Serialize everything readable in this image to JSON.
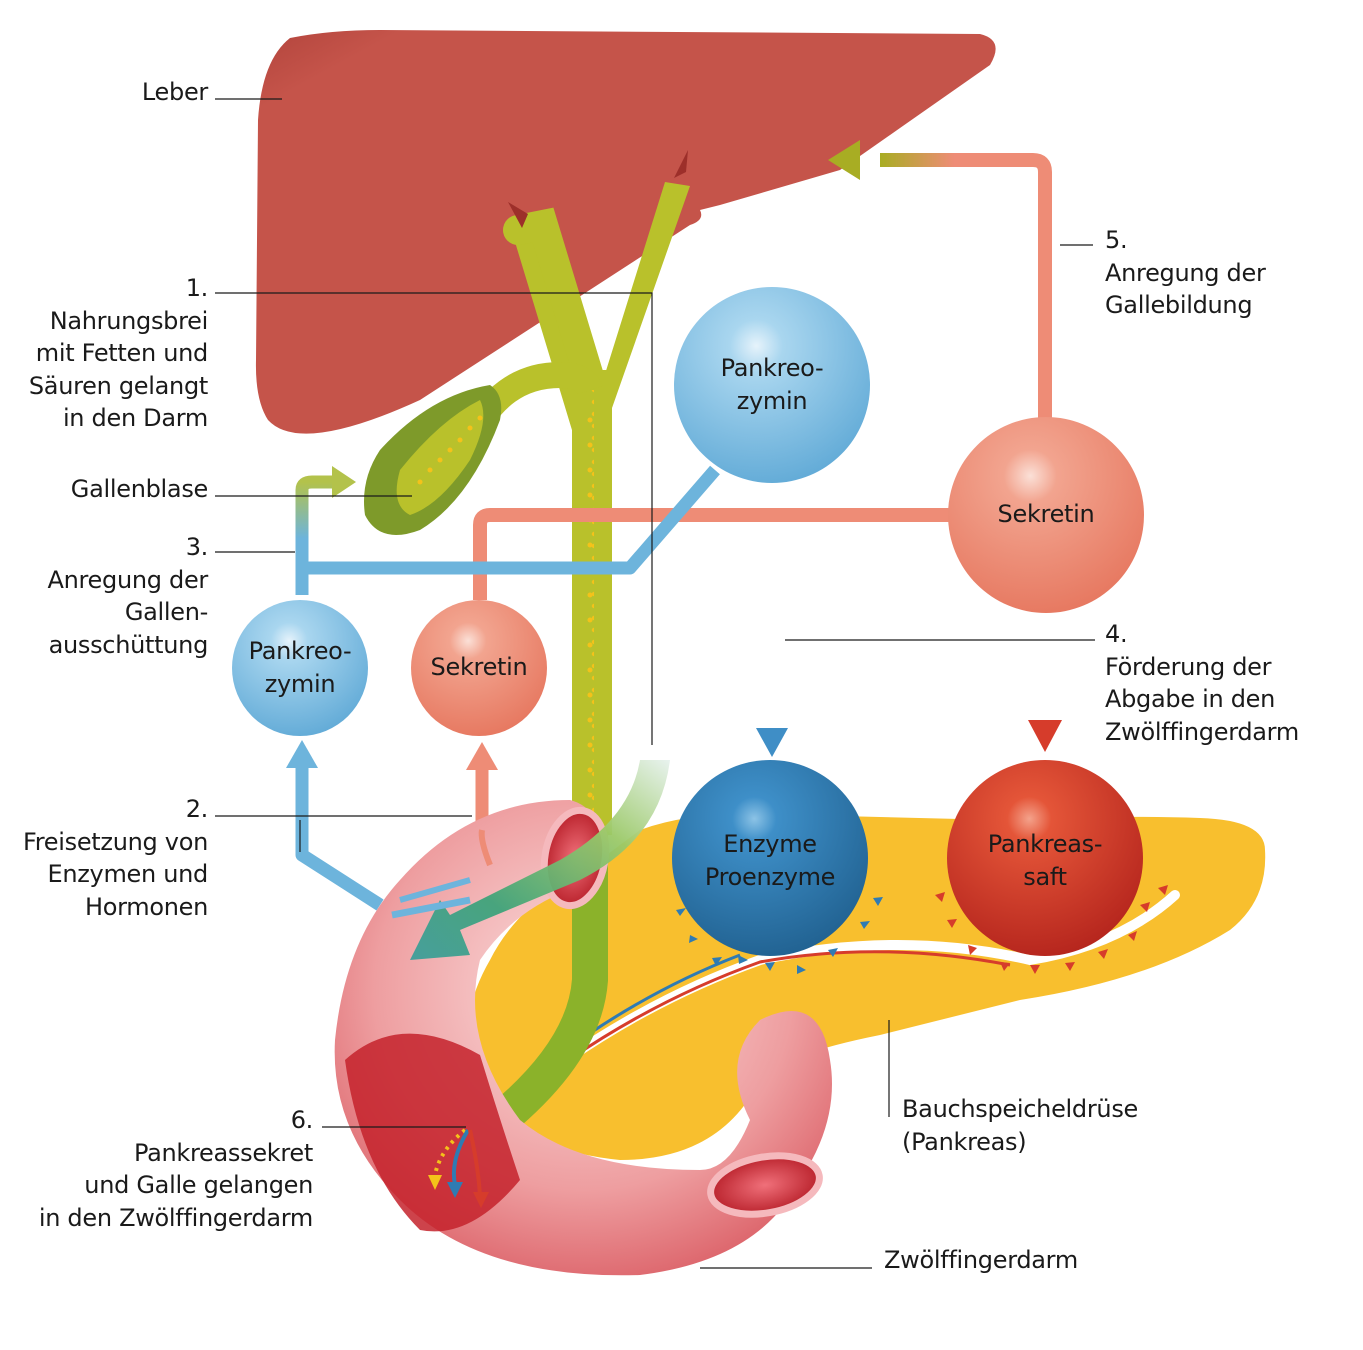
{
  "title": "Verdauung: Galle und Pankreassekret",
  "colors": {
    "liver": "#c5544a",
    "bile": "#b9c12b",
    "gallbladder_outer": "#7e9a2a",
    "hormone_blue": "#6db4dc",
    "hormone_salmon": "#ee8c76",
    "enzyme_blue": "#2f7bb3",
    "pancreatic_red": "#d63c2b",
    "pancreas": "#f8bf2e",
    "duodenum": "#e8848a"
  },
  "labels": {
    "leber": "Leber",
    "gallenblase": "Gallenblase",
    "bauchspeicheldruese": [
      "Bauchspeicheldrüse",
      "(Pankreas)"
    ],
    "zwoelffingerdarm": "Zwölffingerdarm"
  },
  "steps": [
    {
      "num": "1.",
      "lines": [
        "Nahrungsbrei",
        "mit Fetten und",
        "Säuren gelangt",
        "in den Darm"
      ]
    },
    {
      "num": "2.",
      "lines": [
        "Freisetzung von",
        "Enzymen und",
        "Hormonen"
      ]
    },
    {
      "num": "3.",
      "lines": [
        "Anregung der",
        "Gallen-",
        "ausschüttung"
      ]
    },
    {
      "num": "4.",
      "lines": [
        "Förderung der",
        "Abgabe in den",
        "Zwölffingerdarm"
      ]
    },
    {
      "num": "5.",
      "lines": [
        "Anregung der",
        "Gallebildung"
      ]
    },
    {
      "num": "6.",
      "lines": [
        "Pankreassekret",
        "und Galle gelangen",
        "in den Zwölffingerdarm"
      ]
    }
  ],
  "spheres": {
    "pankreozymin_small": [
      "Pankreo-",
      "zymin"
    ],
    "sekretin_small": [
      "Sekretin"
    ],
    "pankreozymin_large": [
      "Pankreo-",
      "zymin"
    ],
    "sekretin_large": [
      "Sekretin"
    ],
    "enzyme": [
      "Enzyme",
      "Proenzyme"
    ],
    "pankreassaft": [
      "Pankreas-",
      "saft"
    ]
  }
}
